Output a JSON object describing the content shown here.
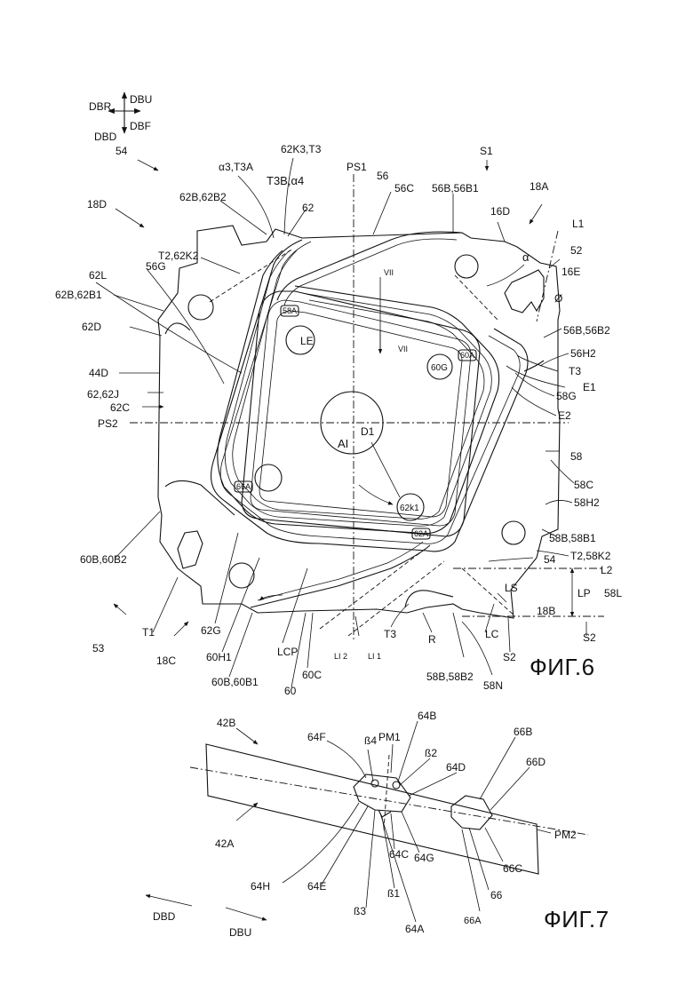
{
  "figures": {
    "fig6": "ФИГ.6",
    "fig7": "ФИГ.7"
  },
  "directions": {
    "dbu": "DBU",
    "dbr": "DBR",
    "dbf": "DBF",
    "dbd": "DBD"
  },
  "fig6_labels": {
    "l54": "54",
    "l18D": "18D",
    "a3t3a": "α3,T3A",
    "l62k3t3": "62K3,T3",
    "t3ba4": "T3B,α4",
    "l62": "62",
    "l62b62b2": "62B,62B2",
    "ps1": "PS1",
    "l56": "56",
    "l56c": "56C",
    "l56b56b1": "56B,56B1",
    "s1": "S1",
    "l18A": "18A",
    "l16D": "16D",
    "L1": "L1",
    "alpha": "α",
    "l52": "52",
    "l16E": "16E",
    "zero": "Ø",
    "t262k2": "T2,62K2",
    "l62L": "62L",
    "l56G": "56G",
    "l62b62b1": "62B,62B1",
    "l62D": "62D",
    "l58A": "58A",
    "LE": "LE",
    "VII_top": "VII",
    "VII_bot": "VII",
    "l56b56b2": "56B,56B2",
    "l56H2": "56H2",
    "l60A": "60A",
    "l60G": "60G",
    "l44D": "44D",
    "l62_62J": "62,62J",
    "l62C": "62C",
    "T3r": "T3",
    "E1": "E1",
    "l58G": "58G",
    "E2": "E2",
    "PS2": "PS2",
    "D1": "D1",
    "AI": "AI",
    "l58": "58",
    "l58C": "58C",
    "l66A": "66A",
    "l62k1": "62k1",
    "l58H2": "58H2",
    "l60b60b2": "60B,60B2",
    "l62A": "62A",
    "l58b58b1": "58B,58B1",
    "t258k2": "T2,58K2",
    "l54b": "54",
    "L2": "L2",
    "LS": "LS",
    "LP": "LP",
    "l58L": "58L",
    "l18B": "18B",
    "S2r": "S2",
    "l53": "53",
    "T1": "T1",
    "l62G": "62G",
    "l18C": "18C",
    "l60H1": "60H1",
    "LCP": "LCP",
    "LI2": "LI 2",
    "LI1": "LI 1",
    "T3b": "T3",
    "R": "R",
    "LC": "LC",
    "S2b": "S2",
    "l60b60b1": "60B,60B1",
    "l60": "60",
    "l60C": "60C",
    "l58b58b2": "58B,58B2",
    "l58N": "58N"
  },
  "fig7_labels": {
    "l42B": "42B",
    "l64F": "64F",
    "b4": "ß4",
    "l64B": "64B",
    "PM1": "PM1",
    "b2": "ß2",
    "l64D": "64D",
    "l66B": "66B",
    "l66D": "66D",
    "PM2": "PM2",
    "l42A": "42A",
    "l64H": "64H",
    "l64E": "64E",
    "b3": "ß3",
    "b1": "ß1",
    "l64C": "64C",
    "l64G": "64G",
    "l66C": "66C",
    "l66": "66",
    "l64A": "64A",
    "l66A": "66A",
    "dbd": "DBD",
    "dbu": "DBU"
  }
}
